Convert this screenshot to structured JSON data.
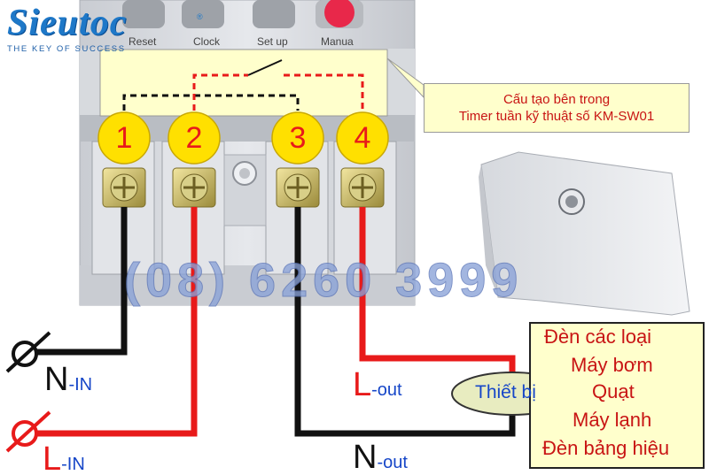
{
  "logo": {
    "brand": "Sieutoc",
    "registered": "®",
    "tagline": "THE KEY OF SUCCESS"
  },
  "device_buttons": [
    "Reset",
    "Clock",
    "Set up",
    "Manua"
  ],
  "callout": {
    "line1": "Cấu tạo bên trong",
    "line2": "Timer tuần kỹ thuật số KM-SW01"
  },
  "terminals": [
    "1",
    "2",
    "3",
    "4"
  ],
  "watermark": "(08) 6260 3999",
  "wires": {
    "n_in": {
      "main": "N",
      "sub": "-IN"
    },
    "l_in": {
      "main": "L",
      "sub": "-IN"
    },
    "l_out": {
      "main": "L",
      "sub": "-out"
    },
    "n_out": {
      "main": "N",
      "sub": "-out"
    }
  },
  "device": {
    "label": "Thiết bị",
    "items": [
      "Đèn các loại",
      "Máy bơm",
      "Quạt",
      "Máy lạnh",
      "Đèn bảng hiệu"
    ]
  },
  "colors": {
    "live": "#e81a1a",
    "neutral": "#111111",
    "brand": "#1e78c8",
    "label_blue": "#1646c8",
    "terminal_fill": "#ffe000",
    "panel": "#ffffcc"
  }
}
